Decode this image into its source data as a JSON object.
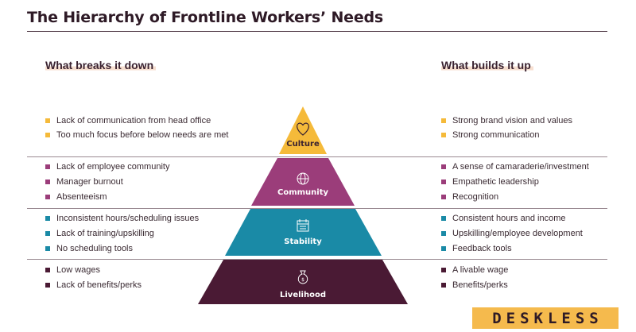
{
  "title": "The Hierarchy of Frontline Workers’ Needs",
  "left_heading": "What breaks it down",
  "right_heading": "What builds it up",
  "tiers": [
    {
      "label": "Culture",
      "color": "#f5ba3a",
      "icon": "heart-icon",
      "breaks": [
        "Lack of communication from head office",
        "Too much focus before below needs are met"
      ],
      "builds": [
        "Strong brand vision and values",
        "Strong communication"
      ]
    },
    {
      "label": "Community",
      "color": "#9b3d7a",
      "icon": "globe-icon",
      "breaks": [
        "Lack of employee community",
        "Manager burnout",
        "Absenteeism"
      ],
      "builds": [
        "A sense of camaraderie/investment",
        "Empathetic leadership",
        "Recognition"
      ]
    },
    {
      "label": "Stability",
      "color": "#1a8aa6",
      "icon": "calendar-icon",
      "breaks": [
        "Inconsistent hours/scheduling issues",
        "Lack of training/upskilling",
        "No scheduling tools"
      ],
      "builds": [
        "Consistent hours and income",
        "Upskilling/employee development",
        "Feedback tools"
      ]
    },
    {
      "label": "Livelihood",
      "color": "#4a1a34",
      "icon": "money-bag-icon",
      "breaks": [
        "Low wages",
        "Lack of benefits/perks"
      ],
      "builds": [
        "A livable wage",
        "Benefits/perks"
      ]
    }
  ],
  "logo": "DESKLESS",
  "logo_color": "#f5ba4d"
}
